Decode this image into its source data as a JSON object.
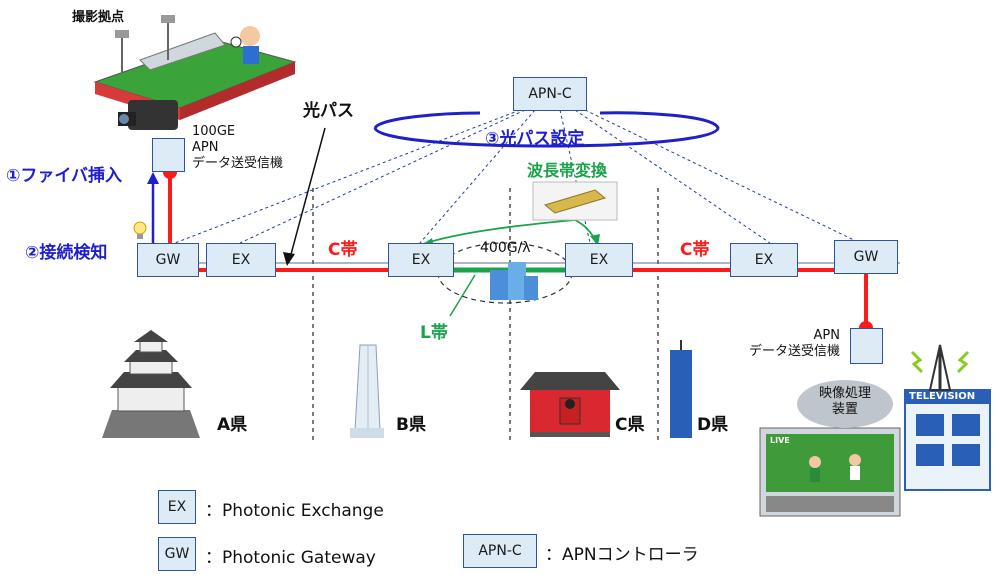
{
  "labels": {
    "shooting_site": "撮影拠点",
    "optical_path": "光パス",
    "fiber_insert": "①ファイバ挿入",
    "connection_detect": "②接続検知",
    "path_setting": "③光パス設定",
    "wavelength_conv": "波長帯変換",
    "c_band_left": "C帯",
    "c_band_right": "C帯",
    "l_band": "L帯",
    "capacity": "400G/λ",
    "apn_left": [
      "100GE",
      "APN",
      "データ送受信機"
    ],
    "apn_right": [
      "APN",
      "データ送受信機"
    ],
    "video_processing": [
      "映像処理",
      "装置"
    ],
    "tv_sign": "TELEVISION",
    "live": "LIVE"
  },
  "prefectures": [
    "A県",
    "B県",
    "C県",
    "D県"
  ],
  "nodes": {
    "apnc": "APN-C",
    "gw_left": "GW",
    "ex1": "EX",
    "ex2": "EX",
    "ex3": "EX",
    "ex4": "EX",
    "gw_right": "GW"
  },
  "legend": [
    {
      "code": "EX",
      "desc": "：Photonic Exchange"
    },
    {
      "code": "GW",
      "desc": "：Photonic Gateway"
    },
    {
      "code": "APN-C",
      "desc": "：APNコントローラ"
    }
  ],
  "colors": {
    "optical_path": "#ff1a1a",
    "l_band": "#1aa34a",
    "control": "#1f1fcc",
    "box_fill": "#dcebf6",
    "box_border": "#2f5597"
  }
}
